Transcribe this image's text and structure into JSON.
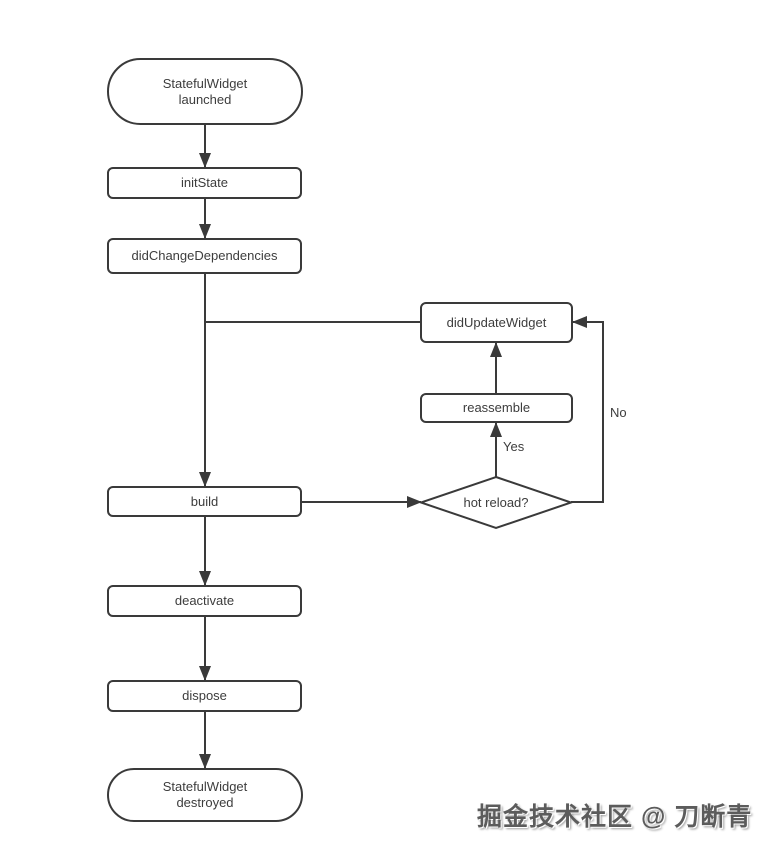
{
  "diagram": {
    "type": "flowchart",
    "nodes": {
      "launched": {
        "label": "StatefulWidget\nlaunched",
        "shape": "stadium"
      },
      "init_state": {
        "label": "initState",
        "shape": "rect"
      },
      "did_change_dependencies": {
        "label": "didChangeDependencies",
        "shape": "rect"
      },
      "did_update_widget": {
        "label": "didUpdateWidget",
        "shape": "rect"
      },
      "reassemble": {
        "label": "reassemble",
        "shape": "rect"
      },
      "hot_reload": {
        "label": "hot reload?",
        "shape": "diamond"
      },
      "build": {
        "label": "build",
        "shape": "rect"
      },
      "deactivate": {
        "label": "deactivate",
        "shape": "rect"
      },
      "dispose": {
        "label": "dispose",
        "shape": "rect"
      },
      "destroyed": {
        "label": "StatefulWidget\ndestroyed",
        "shape": "stadium"
      }
    },
    "edge_labels": {
      "yes": "Yes",
      "no": "No"
    },
    "edges": [
      {
        "from": "StatefulWidget launched",
        "to": "initState"
      },
      {
        "from": "initState",
        "to": "didChangeDependencies"
      },
      {
        "from": "didChangeDependencies",
        "to": "build"
      },
      {
        "from": "didUpdateWidget",
        "to": "build"
      },
      {
        "from": "build",
        "to": "hot reload?"
      },
      {
        "from": "hot reload?",
        "to": "reassemble",
        "label": "Yes"
      },
      {
        "from": "hot reload?",
        "to": "didUpdateWidget",
        "label": "No"
      },
      {
        "from": "reassemble",
        "to": "didUpdateWidget"
      },
      {
        "from": "build",
        "to": "deactivate"
      },
      {
        "from": "deactivate",
        "to": "dispose"
      },
      {
        "from": "dispose",
        "to": "StatefulWidget destroyed"
      }
    ],
    "colors": {
      "line": "#3a3a3a",
      "text": "#3d3d3d",
      "background": "#ffffff"
    }
  },
  "watermark": {
    "text": "掘金技术社区 @ 刀断青"
  }
}
